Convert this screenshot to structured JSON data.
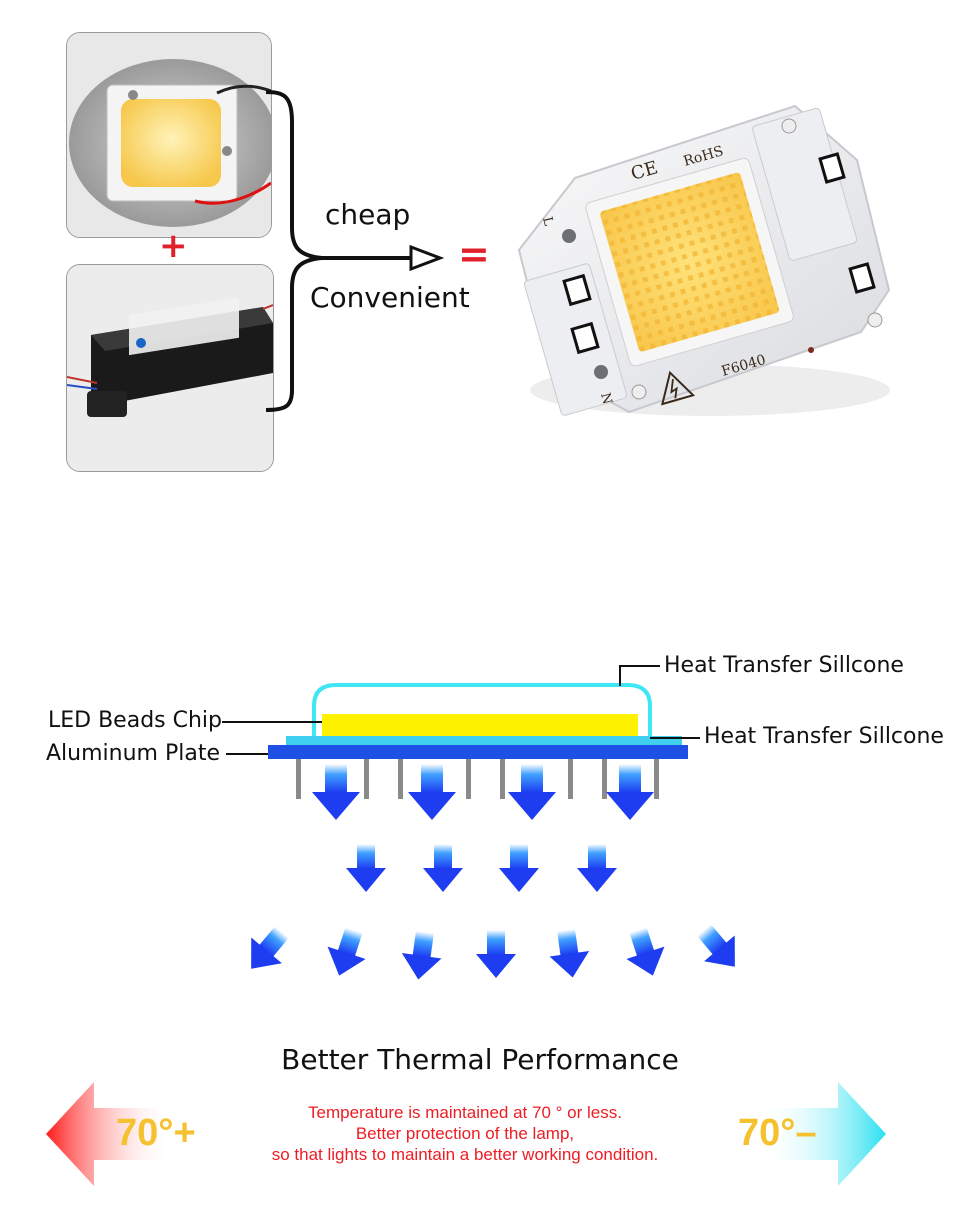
{
  "top": {
    "cheap_label": "cheap",
    "convenient_label": "Convenient",
    "plus_sign": "+",
    "equals_sign": "=",
    "chip_marks": {
      "ce": "CE",
      "rohs": "RoHS",
      "model": "F6040",
      "terminal_l": "L",
      "terminal_n": "N"
    }
  },
  "diagram": {
    "label_top_silicone": "Heat Transfer Sillcone",
    "label_side_silicone": "Heat Transfer Sillcone",
    "label_chip": "LED Beads Chip",
    "label_plate": "Aluminum Plate"
  },
  "bottom": {
    "title": "Better Thermal Performance",
    "note_line1": "Temperature is maintained at 70 ° or less.",
    "note_line2": "Better protection of the lamp,",
    "note_line3": "so that lights to maintain a better working condition.",
    "temp_left": "70°+",
    "temp_right": "70°–"
  },
  "colors": {
    "accent_red": "#e0202a",
    "note_red": "#ee1c24",
    "temp_yellow": "#f6c12e",
    "plate_blue": "#1e50e6",
    "silicone_cyan": "#3fd0f0",
    "chip_yellow": "#fff200",
    "arrow_blue": "#1e3cf0"
  },
  "icons": [
    "led-cob-photo",
    "led-driver-photo",
    "ac-cob-chip-photo",
    "hollow-arrow-icon",
    "high-voltage-warning-icon",
    "heat-flow-arrow-icon"
  ]
}
